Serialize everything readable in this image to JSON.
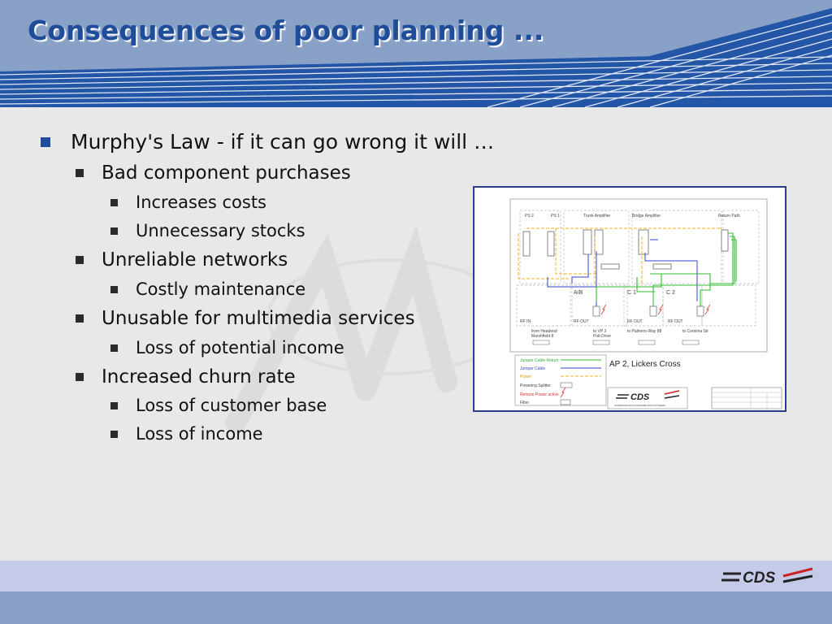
{
  "slide": {
    "title": "Consequences of poor planning ..."
  },
  "bullets": {
    "l1_murphy": "Murphy's Law - if it can go wrong it will …",
    "l2_bad_purchases": "Bad component purchases",
    "l3_costs": "Increases costs",
    "l3_stocks": "Unnecessary stocks",
    "l2_unreliable": "Unreliable networks",
    "l3_maintenance": "Costly maintenance",
    "l2_multimedia": "Unusable for multimedia services",
    "l3_potential_income": "Loss of potential income",
    "l2_churn": "Increased churn rate",
    "l3_customer_base": "Loss of customer base",
    "l3_income": "Loss of income"
  },
  "diagram": {
    "ps2": "PS 2",
    "ps1": "PS 1",
    "trunk_amp": "Trunk Amplifier",
    "bridge_amp": "Bridge Amplifier",
    "return_path": "Return Path",
    "ab": "A/B",
    "c1": "C 1",
    "c2": "C 2",
    "rf_in": "RF IN",
    "rf_out_1": "RF OUT",
    "rf_out_2": "RF OUT",
    "rf_out_3": "RF OUT",
    "from_headend": "from Headend",
    "marshfield": "Marshfield 8",
    "to_vp": "to VP 3",
    "polt_drive": "Polt-Drive",
    "to_palmers": "to Palmers-Way 88",
    "to_corsima": "to Corsima Str",
    "legend_jumper_return": "Jumper Cable Return",
    "legend_jumper": "Jumper Cable",
    "legend_power": "Power",
    "legend_splitter": "Powering Splitter",
    "legend_remote": "Remote Power active",
    "legend_filter": "Filter",
    "ap_title": "AP 2, Lickers Cross",
    "cds_logo": "CDS",
    "cds_sub": "COMMUNICATION DISTRIBUTION SYSTEMS",
    "colors": {
      "return_cable": "#33bb33",
      "jumper_cable": "#3344cc",
      "power": "#f0b020",
      "remote_power": "#e03030"
    }
  },
  "footer": {
    "logo_text": "CDS",
    "logo_icon": "cds-logo-icon"
  }
}
